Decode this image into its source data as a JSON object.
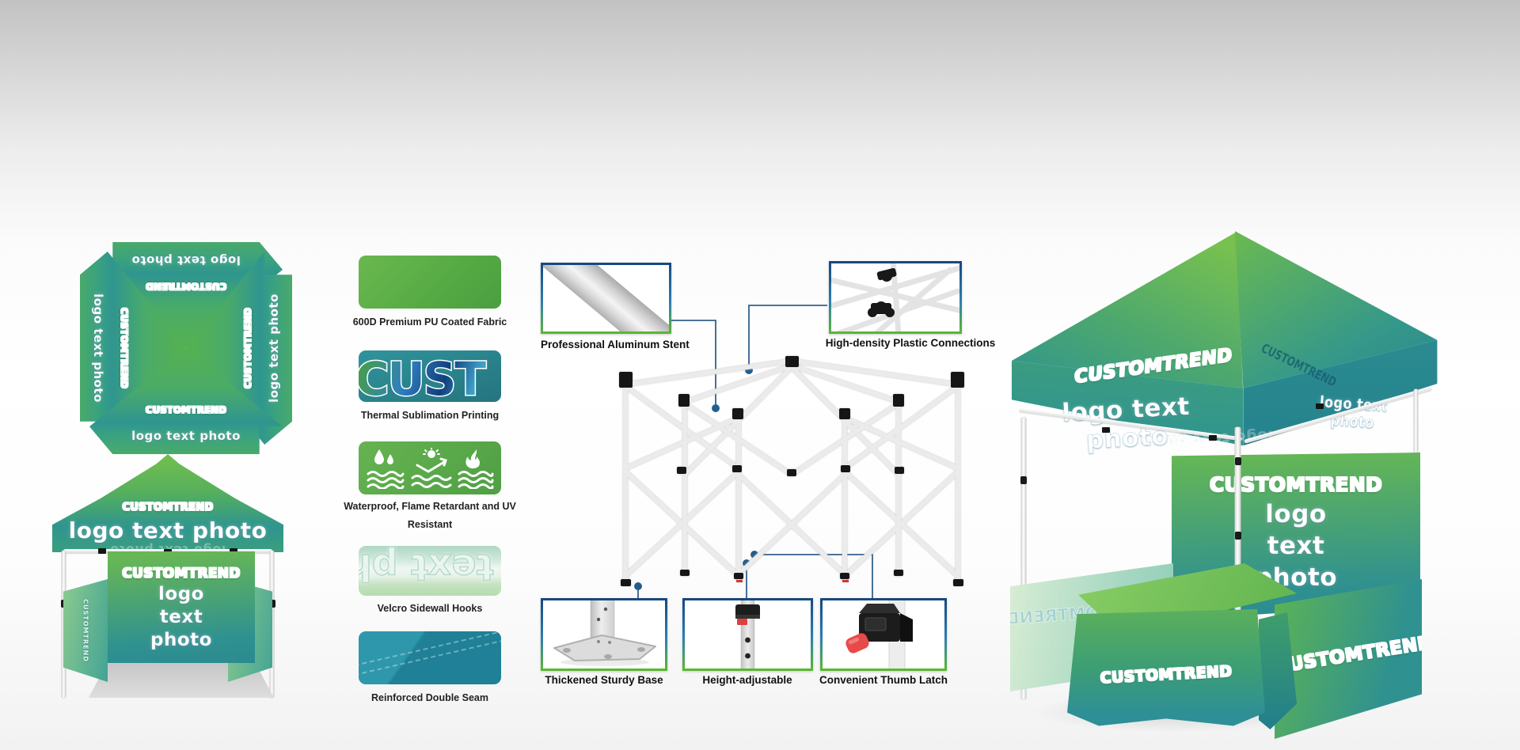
{
  "brand": {
    "name": "CUSTOMTREND",
    "logo_line": "logo text photo",
    "stack": [
      "logo",
      "text",
      "photo"
    ]
  },
  "features": [
    {
      "label": "600D Premium PU Coated Fabric"
    },
    {
      "label": "Thermal Sublimation Printing",
      "sample": "CUST"
    },
    {
      "label": "Waterproof, Flame Retardant and UV Resistant"
    },
    {
      "label": "Velcro Sidewall Hooks",
      "sample": "text ph"
    },
    {
      "label": "Reinforced Double Seam"
    }
  ],
  "frame_callouts": {
    "top": [
      {
        "label": "Professional Aluminum Stent"
      },
      {
        "label": "High-density Plastic Connections"
      }
    ],
    "bottom": [
      {
        "label": "Thickened Sturdy Base"
      },
      {
        "label": "Height-adjustable"
      },
      {
        "label": "Convenient Thumb Latch"
      }
    ]
  },
  "colors": {
    "canopy_green": "#5cb350",
    "canopy_teal": "#2e9390",
    "callout_border_blue": "#17477e",
    "callout_border_green": "#5cb82e",
    "connector_blue": "#2f6fa0",
    "latch_red": "#e84848",
    "aluminum_gray": "#cfcfcf"
  }
}
